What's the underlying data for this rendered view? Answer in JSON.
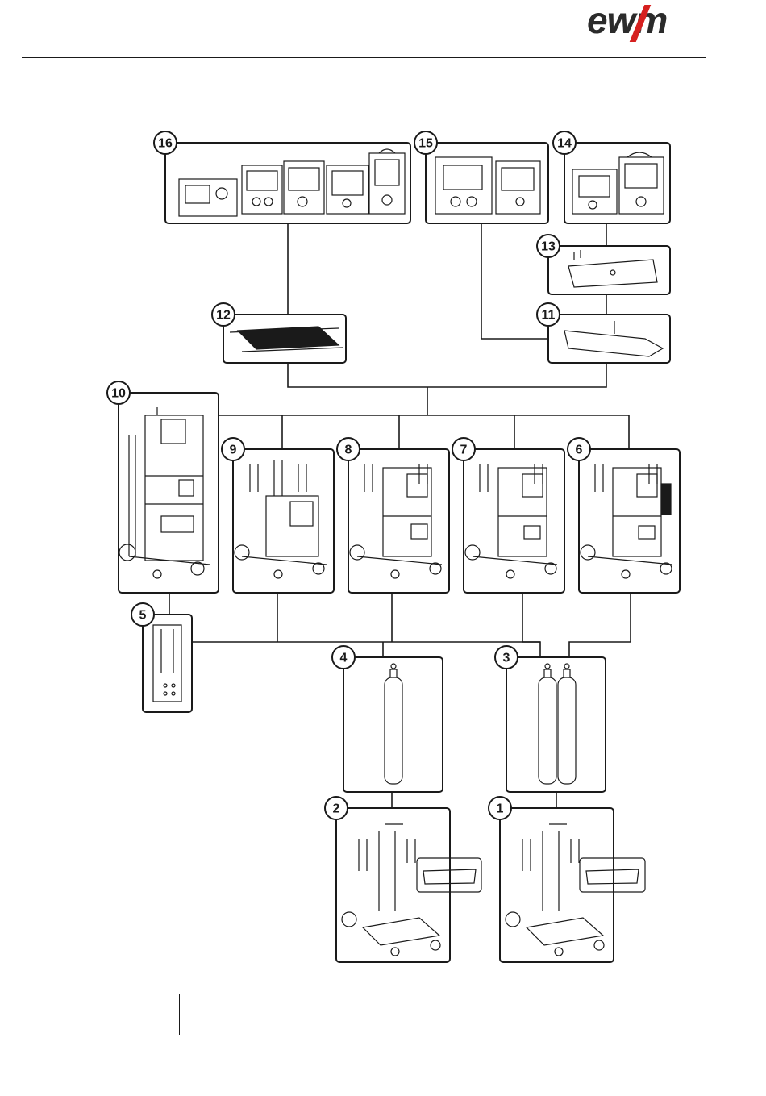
{
  "header": {
    "logo_text": "ewm",
    "brand_color": "#d6201f"
  },
  "diagram": {
    "items": [
      {
        "id": "1",
        "label": "1"
      },
      {
        "id": "2",
        "label": "2"
      },
      {
        "id": "3",
        "label": "3"
      },
      {
        "id": "4",
        "label": "4"
      },
      {
        "id": "5",
        "label": "5"
      },
      {
        "id": "6",
        "label": "6"
      },
      {
        "id": "7",
        "label": "7"
      },
      {
        "id": "8",
        "label": "8"
      },
      {
        "id": "9",
        "label": "9"
      },
      {
        "id": "10",
        "label": "10"
      },
      {
        "id": "11",
        "label": "11"
      },
      {
        "id": "12",
        "label": "12"
      },
      {
        "id": "13",
        "label": "13"
      },
      {
        "id": "14",
        "label": "14"
      },
      {
        "id": "15",
        "label": "15"
      },
      {
        "id": "16",
        "label": "16"
      }
    ]
  }
}
